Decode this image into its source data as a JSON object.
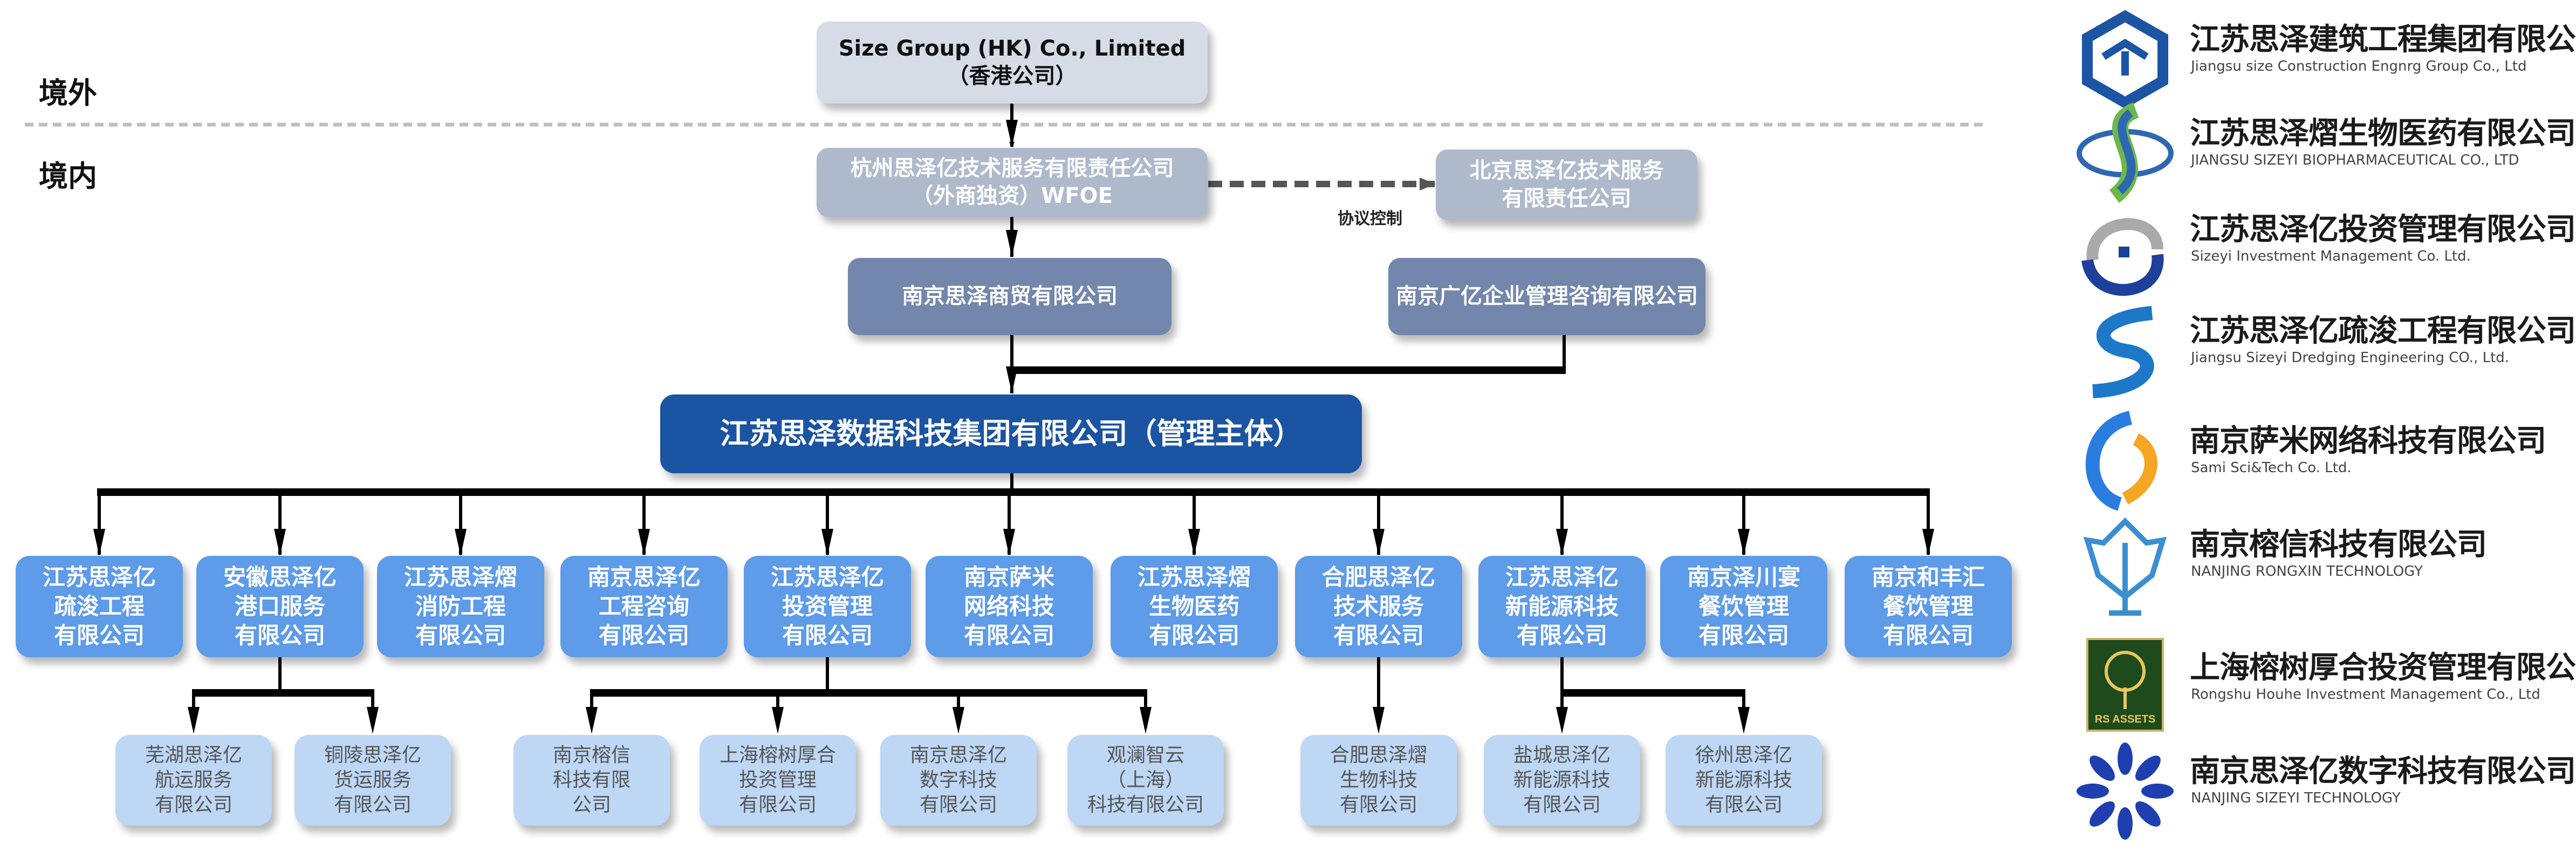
{
  "regions": {
    "overseas": "境外",
    "domestic": "境内"
  },
  "top": {
    "hk": [
      "Size Group (HK) Co., Limited",
      "（香港公司）"
    ],
    "wfoe": [
      "杭州思泽亿技术服务有限责任公司",
      "（外商独资）WFOE"
    ],
    "beijing": [
      "北京思泽亿技术服务",
      "有限责任公司"
    ],
    "agreement_label": "协议控制",
    "shangmao": "南京思泽商贸有限公司",
    "guangyi": "南京广亿企业管理咨询有限公司",
    "main": "江苏思泽数据科技集团有限公司（管理主体）"
  },
  "subsidiaries": [
    [
      "江苏思泽亿",
      "疏浚工程",
      "有限公司"
    ],
    [
      "安徽思泽亿",
      "港口服务",
      "有限公司"
    ],
    [
      "江苏思泽熠",
      "消防工程",
      "有限公司"
    ],
    [
      "南京思泽亿",
      "工程咨询",
      "有限公司"
    ],
    [
      "江苏思泽亿",
      "投资管理",
      "有限公司"
    ],
    [
      "南京萨米",
      "网络科技",
      "有限公司"
    ],
    [
      "江苏思泽熠",
      "生物医药",
      "有限公司"
    ],
    [
      "合肥思泽亿",
      "技术服务",
      "有限公司"
    ],
    [
      "江苏思泽亿",
      "新能源科技",
      "有限公司"
    ],
    [
      "南京泽川宴",
      "餐饮管理",
      "有限公司"
    ],
    [
      "南京和丰汇",
      "餐饮管理",
      "有限公司"
    ]
  ],
  "second_tier": [
    [
      "芜湖思泽亿",
      "航运服务",
      "有限公司"
    ],
    [
      "铜陵思泽亿",
      "货运服务",
      "有限公司"
    ],
    [
      "南京榕信",
      "科技有限",
      "公司"
    ],
    [
      "上海榕树厚合",
      "投资管理",
      "有限公司"
    ],
    [
      "南京思泽亿",
      "数字科技",
      "有限公司"
    ],
    [
      "观澜智云",
      "（上海）",
      "科技有限公司"
    ],
    [
      "合肥思泽熠",
      "生物科技",
      "有限公司"
    ],
    [
      "盐城思泽亿",
      "新能源科技",
      "有限公司"
    ],
    [
      "徐州思泽亿",
      "新能源科技",
      "有限公司"
    ]
  ],
  "logos": [
    {
      "cn": "江苏思泽建筑工程集团有限公司",
      "en": "Jiangsu size Construction Engnrg Group Co., Ltd",
      "icon": "hexagon-s-logo",
      "color": "#1d55a5"
    },
    {
      "cn": "江苏思泽熠生物医药有限公司",
      "en": "JIANGSU SIZEYI BIOPHARMACEUTICAL CO., LTD",
      "icon": "green-blue-s-logo",
      "color": "#6cb84a"
    },
    {
      "cn": "江苏思泽亿投资管理有限公司",
      "en": "Sizeyi  Investment Management Co. Ltd.",
      "icon": "grey-blue-swirl-logo",
      "color": "#1e3f9a"
    },
    {
      "cn": "江苏思泽亿疏浚工程有限公司",
      "en": "Jiangsu Sizeyi Dredging Engineering CO., Ltd.",
      "icon": "blue-wave-s-logo",
      "color": "#1e78c8"
    },
    {
      "cn": "南京萨米网络科技有限公司",
      "en": "Sami Sci&Tech Co. Ltd.",
      "icon": "blue-orange-crescent-logo",
      "color": "#f5a623"
    },
    {
      "cn": "南京榕信科技有限公司",
      "en": "NANJING RONGXIN TECHNOLOGY",
      "icon": "blue-tree-logo",
      "color": "#3b8fd0"
    },
    {
      "cn": "上海榕树厚合投资管理有限公司",
      "en": "Rongshu Houhe Investment Management Co., Ltd",
      "icon": "rs-assets-tree-logo",
      "badge": "RS ASSETS",
      "color": "#1f4a1c"
    },
    {
      "cn": "南京思泽亿数字科技有限公司",
      "en": "NANJING SIZEYI TECHNOLOGY",
      "icon": "blue-petal-flower-logo",
      "color": "#1f3fb0"
    }
  ],
  "colors": {
    "main": "#1b54a2",
    "subsidiary": "#5e9be8",
    "second_tier": "#bdd7f5",
    "holding": "#7386ab",
    "wfoe": "#aeb9cb",
    "hk": "#d6dce6"
  }
}
